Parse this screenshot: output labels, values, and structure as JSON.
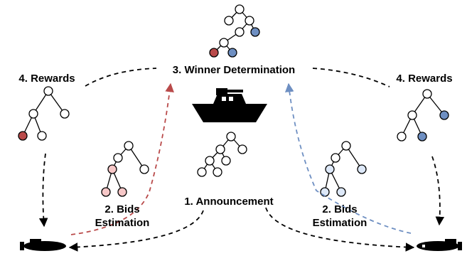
{
  "labels": {
    "winner": "3. Winner Determination",
    "rewards_left": "4. Rewards",
    "rewards_right": "4. Rewards",
    "announcement": "1. Announcement",
    "bids_left_line1": "2. Bids",
    "bids_left_line2": "Estimation",
    "bids_right_line1": "2. Bids",
    "bids_right_line2": "Estimation"
  },
  "colors": {
    "red": "#b94a4a",
    "blue": "#6e8fc2",
    "light_red": "#f6c7c7",
    "light_blue": "#dde8f8",
    "black": "#000000",
    "white": "#ffffff"
  },
  "icons": {
    "ship": "boat-icon",
    "submarine_left": "submarine-icon",
    "submarine_right": "submarine-icon"
  }
}
